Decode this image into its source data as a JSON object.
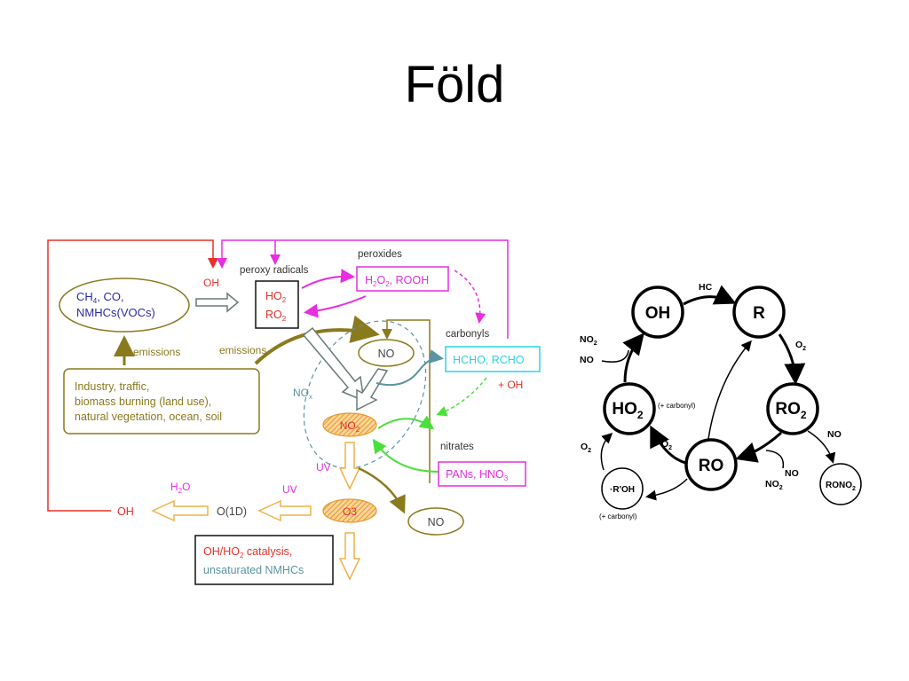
{
  "slide": {
    "title": "Föld"
  },
  "left_diagram": {
    "sources": {
      "line1_pre": "CH",
      "line1_sub": "4",
      "line1_post": ", CO,",
      "line2": "NMHCs(VOCs)"
    },
    "emission_sources": {
      "line1": "Industry, traffic,",
      "line2": "biomass burning (land use),",
      "line3": "natural vegetation, ocean, soil"
    },
    "emissions_label_1": "emissions",
    "emissions_label_2": "emissions",
    "oh_top": "OH",
    "peroxy_radicals": {
      "label": "peroxy radicals",
      "ho2_pre": "HO",
      "ho2_sub": "2",
      "ro2_pre": "RO",
      "ro2_sub": "2"
    },
    "peroxides": {
      "label": "peroxides",
      "pre": "H",
      "sub1": "2",
      "mid": "O",
      "sub2": "2",
      "post": ", ROOH"
    },
    "carbonyls": {
      "label": "carbonyls",
      "text": "HCHO, RCHO",
      "plus_oh": "+ OH"
    },
    "no_upper": "NO",
    "nox": {
      "pre": "NO",
      "sub": "x"
    },
    "no2": {
      "pre": "NO",
      "sub": "2"
    },
    "nitrates": {
      "label": "nitrates",
      "pre": "PANs, HNO",
      "sub": "3"
    },
    "uv_1": "UV",
    "uv_2": "UV",
    "o3": "O3",
    "no_lower": "NO",
    "h2o": {
      "pre": "H",
      "sub": "2",
      "post": "O"
    },
    "o1d": "O(1D)",
    "oh_bottom": "OH",
    "catalysis": {
      "pre": "OH/HO",
      "sub": "2",
      "post": " catalysis,",
      "line2": "unsaturated NMHCs"
    },
    "colors": {
      "red": "#e8302a",
      "magenta": "#e62ee0",
      "olive": "#8a7a1e",
      "blue": "#2a2aa8",
      "teal": "#5a94a0",
      "cyan": "#2ad4ea",
      "green": "#4ae03a",
      "orange": "#f2b04a"
    }
  },
  "right_diagram": {
    "nodes": {
      "oh": "OH",
      "r": "R",
      "ho2_pre": "HO",
      "ho2_sub": "2",
      "ro2_pre": "RO",
      "ro2_sub": "2",
      "ro": "RO",
      "roh": "·R'OH",
      "rono2_pre": "RONO",
      "rono2_sub": "2"
    },
    "labels": {
      "hc": "HC",
      "o2_r": "O",
      "o2_r_sub": "2",
      "no2_left_pre": "NO",
      "no2_left_sub": "2",
      "no_left": "NO",
      "carbonyl_ho2": "(+ carbonyl)",
      "o2_mid": "O",
      "o2_mid_sub": "2",
      "o2_left": "O",
      "o2_left_sub": "2",
      "no_right": "NO",
      "no_ro": "NO",
      "no2_ro_pre": "NO",
      "no2_ro_sub": "2",
      "carbonyl_roh": "(+ carbonyl)"
    }
  }
}
